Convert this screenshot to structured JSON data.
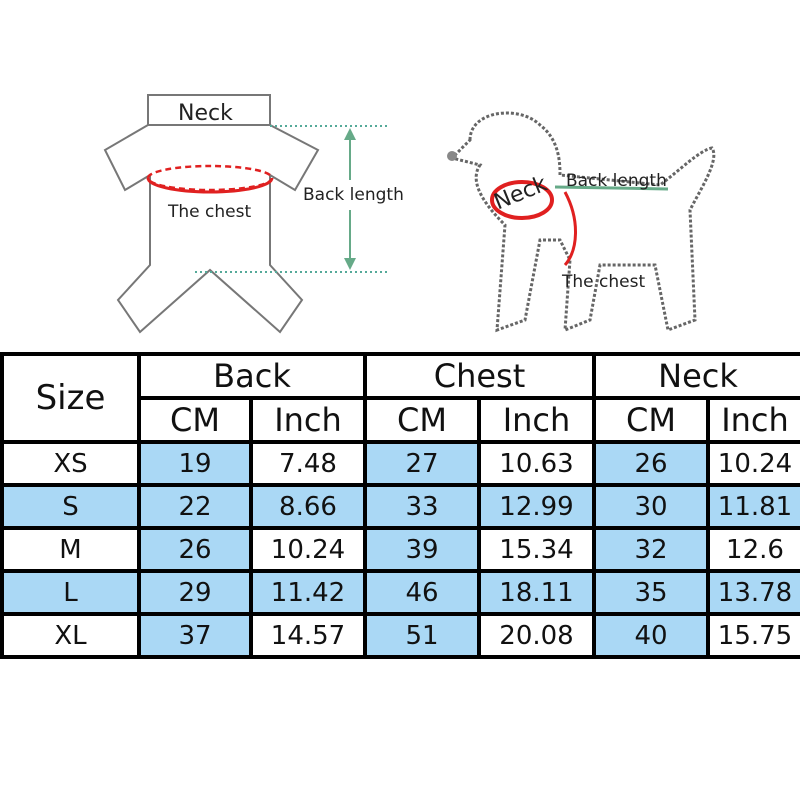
{
  "diagram": {
    "shirt_neck": "Neck",
    "shirt_chest": "The chest",
    "back_length": "Back length",
    "dog_neck": "Neck",
    "dog_back": "Back length",
    "dog_chest": "The chest"
  },
  "table": {
    "size_header": "Size",
    "groups": [
      "Back",
      "Chest",
      "Neck"
    ],
    "units": [
      "CM",
      "Inch",
      "CM",
      "Inch",
      "CM",
      "Inch"
    ],
    "rows": [
      {
        "size": "XS",
        "values": [
          "19",
          "7.48",
          "27",
          "10.63",
          "26",
          "10.24"
        ]
      },
      {
        "size": "S",
        "values": [
          "22",
          "8.66",
          "33",
          "12.99",
          "30",
          "11.81"
        ]
      },
      {
        "size": "M",
        "values": [
          "26",
          "10.24",
          "39",
          "15.34",
          "32",
          "12.6"
        ]
      },
      {
        "size": "L",
        "values": [
          "29",
          "11.42",
          "46",
          "18.11",
          "35",
          "13.78"
        ]
      },
      {
        "size": "XL",
        "values": [
          "37",
          "14.57",
          "51",
          "20.08",
          "40",
          "15.75"
        ]
      }
    ]
  },
  "colors": {
    "highlight": "#aad8f5",
    "accent": "#e02020"
  }
}
